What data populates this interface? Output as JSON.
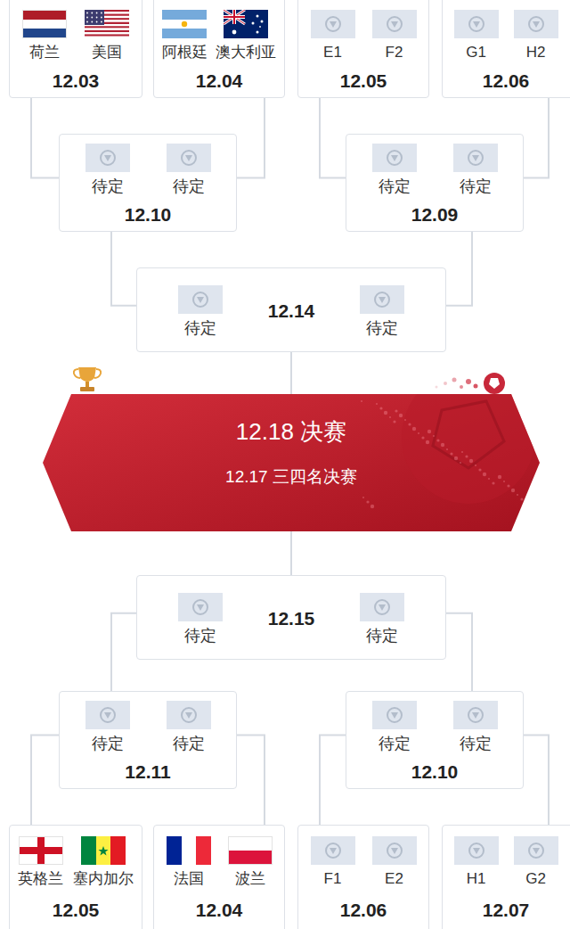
{
  "diagram": {
    "nodes": [
      {
        "text": [
          "荷兰",
          "美国",
          "12.03"
        ]
      },
      {
        "text": [
          "阿根廷",
          "澳大利亚",
          "12.04"
        ]
      },
      {
        "text": [
          "E1",
          "F2",
          "12.05"
        ]
      },
      {
        "text": [
          "G1",
          "H2",
          "12.06"
        ]
      },
      {
        "text": [
          "待定",
          "待定",
          "12.10"
        ]
      },
      {
        "text": [
          "待定",
          "待定",
          "12.09"
        ]
      },
      {
        "text": [
          "待定",
          "待定",
          "12.14"
        ]
      },
      {
        "text": [
          "12.18 决赛",
          "12.17 三四名决赛"
        ]
      },
      {
        "text": [
          "待定",
          "待定",
          "12.15"
        ]
      },
      {
        "text": [
          "待定",
          "待定",
          "12.11"
        ]
      },
      {
        "text": [
          "待定",
          "待定",
          "12.10"
        ]
      },
      {
        "text": [
          "英格兰",
          "塞内加尔",
          "12.05"
        ]
      },
      {
        "text": [
          "法国",
          "波兰",
          "12.04"
        ]
      },
      {
        "text": [
          "F1",
          "E2",
          "12.06"
        ]
      },
      {
        "text": [
          "H1",
          "G2",
          "12.07"
        ]
      }
    ],
    "edges": [
      {
        "from": 0,
        "to": 4,
        "arrow": "none"
      },
      {
        "from": 1,
        "to": 4,
        "arrow": "none"
      },
      {
        "from": 2,
        "to": 5,
        "arrow": "none"
      },
      {
        "from": 3,
        "to": 5,
        "arrow": "none"
      },
      {
        "from": 4,
        "to": 6,
        "arrow": "none"
      },
      {
        "from": 5,
        "to": 6,
        "arrow": "none"
      },
      {
        "from": 6,
        "to": 7,
        "arrow": "none"
      },
      {
        "from": 8,
        "to": 7,
        "arrow": "none"
      },
      {
        "from": 9,
        "to": 8,
        "arrow": "none"
      },
      {
        "from": 10,
        "to": 8,
        "arrow": "none"
      },
      {
        "from": 11,
        "to": 9,
        "arrow": "none"
      },
      {
        "from": 12,
        "to": 9,
        "arrow": "none"
      },
      {
        "from": 13,
        "to": 10,
        "arrow": "none"
      },
      {
        "from": 14,
        "to": 10,
        "arrow": "none"
      }
    ]
  }
}
